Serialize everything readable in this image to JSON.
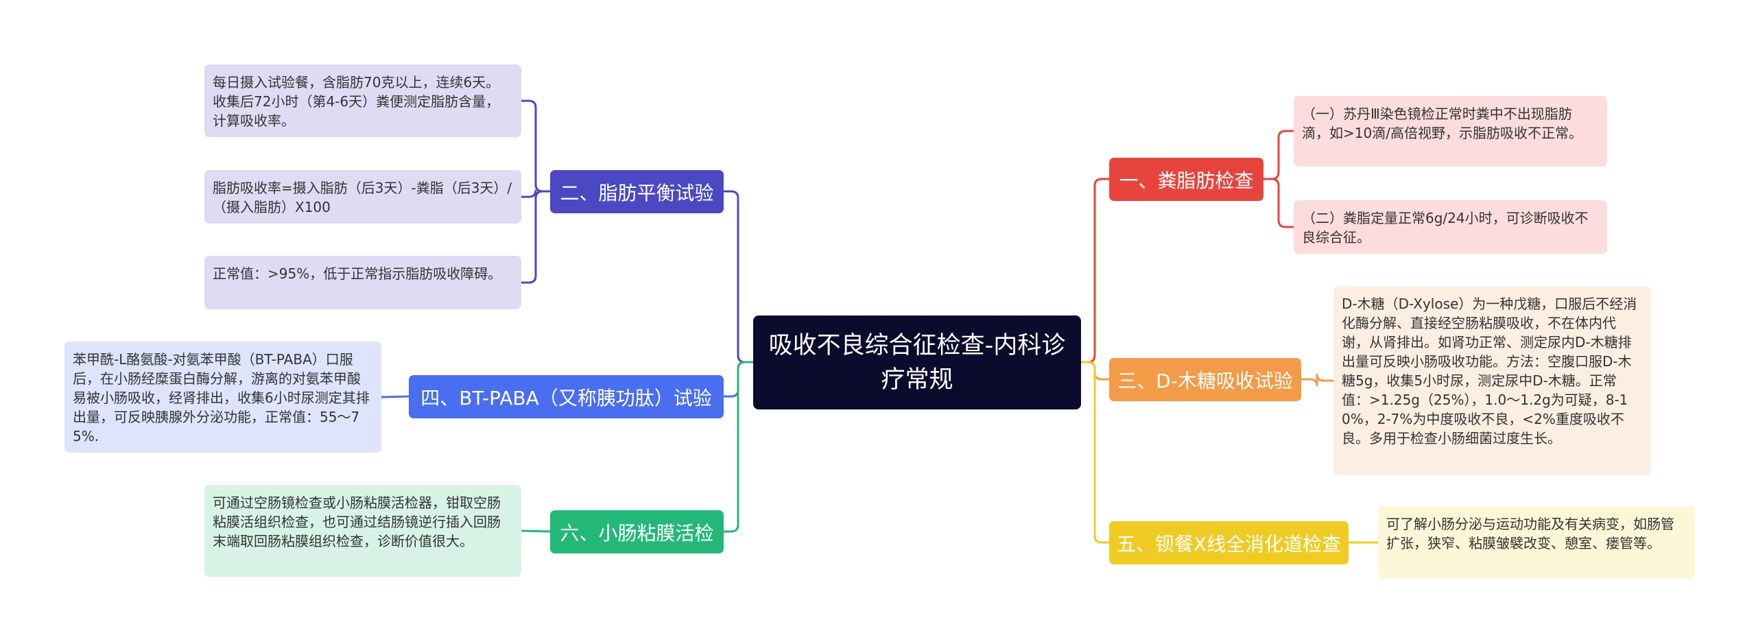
{
  "center": {
    "title": "吸收不良综合征检查-内科诊疗常规"
  },
  "colors": {
    "center": "#0b0b2d",
    "branch1": "#e8443e",
    "branch2": "#4a48c2",
    "branch3": "#f39b47",
    "branch4": "#4a6ef0",
    "branch5": "#f0cb24",
    "branch6": "#23b877",
    "leaf1": "#fcdcdc",
    "leaf2": "#dedcf3",
    "leaf3": "#fdeee2",
    "leaf4": "#dde4fb",
    "leaf5": "#fdf7d8",
    "leaf6": "#d6f3e6"
  },
  "branches": {
    "b1": {
      "label": "一、粪脂肪检查",
      "leaves": [
        "（一）苏丹Ⅲ染色镜检正常时粪中不出现脂肪滴，如>10滴/高倍视野，示脂肪吸收不正常。",
        "（二）粪脂定量正常6g/24小时，可诊断吸收不良综合征。"
      ]
    },
    "b2": {
      "label": "二、脂肪平衡试验",
      "leaves": [
        "每日摄入试验餐，含脂肪70克以上，连续6天。收集后72小时（第4-6天）粪便测定脂肪含量，计算吸收率。",
        "脂肪吸收率=摄入脂肪（后3天）-粪脂（后3天）/（摄入脂肪）X100",
        "正常值：>95%，低于正常指示脂肪吸收障碍。"
      ]
    },
    "b3": {
      "label": "三、D-木糖吸收试验",
      "leaves": [
        "D-木糖（D-Xylose）为一种戊糖，口服后不经消化酶分解、直接经空肠粘膜吸收，不在体内代谢，从肾排出。如肾功正常、测定尿内D-木糖排出量可反映小肠吸收功能。方法：空腹口服D-木糖5g，收集5小时尿，测定尿中D-木糖。正常值：>1.25g（25%），1.0～1.2g为可疑，8-10%，2-7%为中度吸收不良，<2%重度吸收不良。多用于检查小肠细菌过度生长。"
      ]
    },
    "b4": {
      "label": "四、BT-PABA（又称胰功肽）试验",
      "leaves": [
        "苯甲酰-L酪氨酸-对氨苯甲酸（BT-PABA）口服后，在小肠经糜蛋白酶分解，游离的对氨苯甲酸易被小肠吸收，经肾排出，收集6小时尿测定其排出量，可反映胰腺外分泌功能，正常值：55～75%."
      ]
    },
    "b5": {
      "label": "五、钡餐X线全消化道检查",
      "leaves": [
        "可了解小肠分泌与运动功能及有关病变，如肠管扩张，狭窄、粘膜皱襞改变、憩室、瘘管等。"
      ]
    },
    "b6": {
      "label": "六、小肠粘膜活检",
      "leaves": [
        "可通过空肠镜检查或小肠粘膜活检器，钳取空肠粘膜活组织检查，也可通过结肠镜逆行插入回肠末端取回肠粘膜组织检查，诊断价值很大。"
      ]
    }
  }
}
